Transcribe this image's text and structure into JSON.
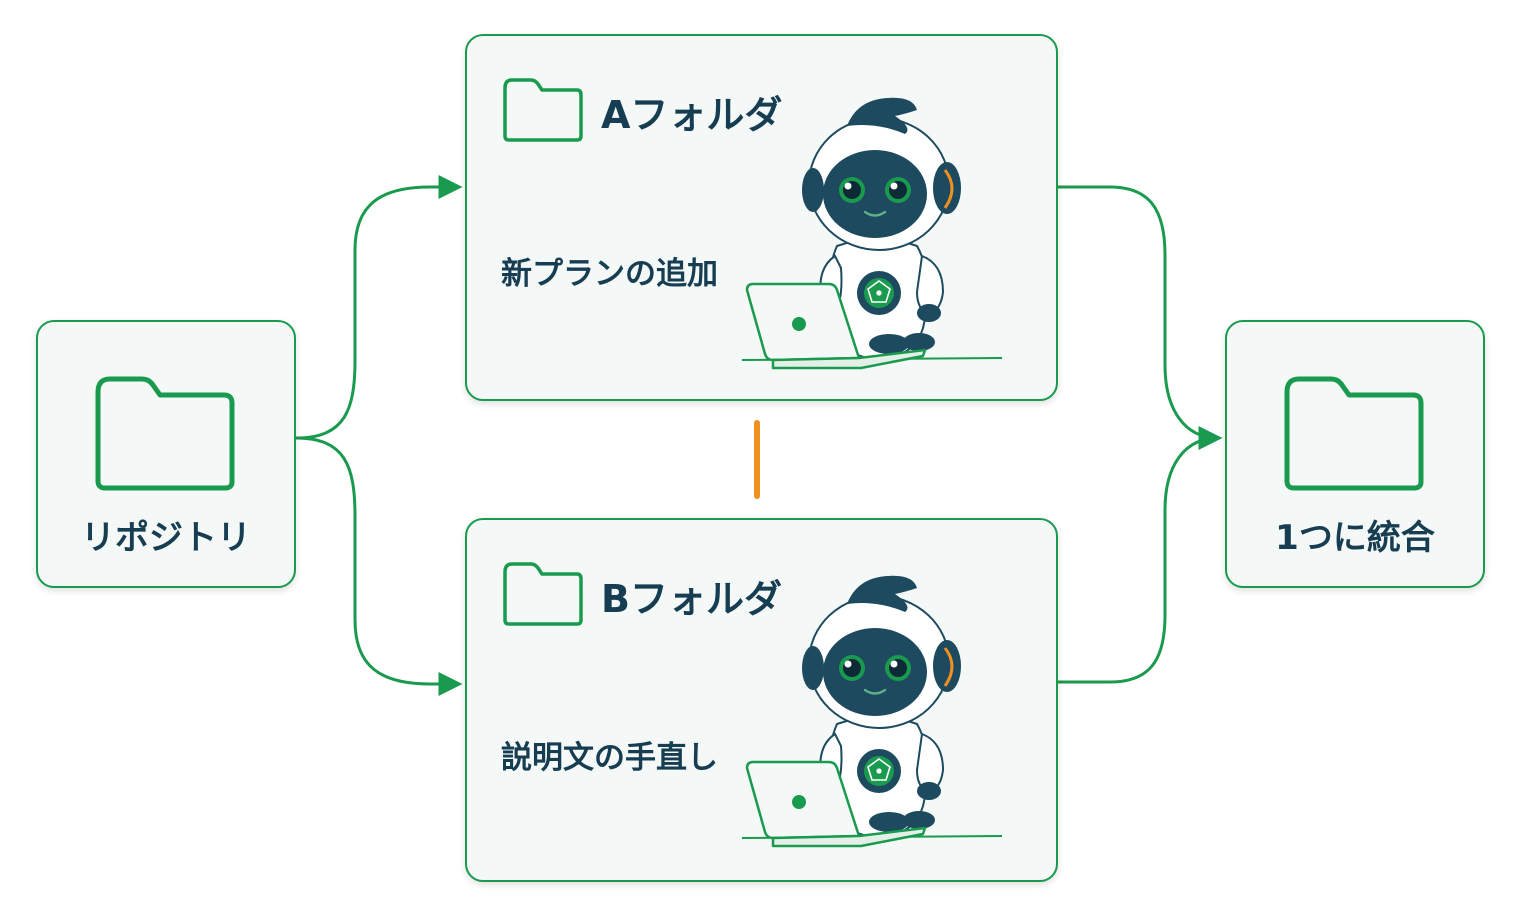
{
  "nodes": {
    "repository": {
      "label": "リポジトリ",
      "icon": "folder-icon"
    },
    "folder_a": {
      "title": "Aフォルダ",
      "task": "新プランの追加",
      "icon": "folder-icon",
      "illustration": "robot-laptop-icon"
    },
    "folder_b": {
      "title": "Bフォルダ",
      "task": "説明文の手直し",
      "icon": "folder-icon",
      "illustration": "robot-laptop-icon"
    },
    "merged": {
      "label": "1つに統合",
      "icon": "folder-icon"
    }
  },
  "edges": [
    {
      "from": "repository",
      "to": "folder_a",
      "style": "arrow"
    },
    {
      "from": "repository",
      "to": "folder_b",
      "style": "arrow"
    },
    {
      "from": "folder_a",
      "to": "merged",
      "style": "arrow"
    },
    {
      "from": "folder_b",
      "to": "merged",
      "style": "arrow"
    },
    {
      "from": "folder_a",
      "to": "folder_b",
      "style": "separator"
    }
  ],
  "colors": {
    "border": "#1a9a4e",
    "arrow": "#1a9a4e",
    "text": "#163d52",
    "separator": "#f0901e",
    "card_bg": "#f4f8f6",
    "robot_dark": "#1d4a5e"
  }
}
